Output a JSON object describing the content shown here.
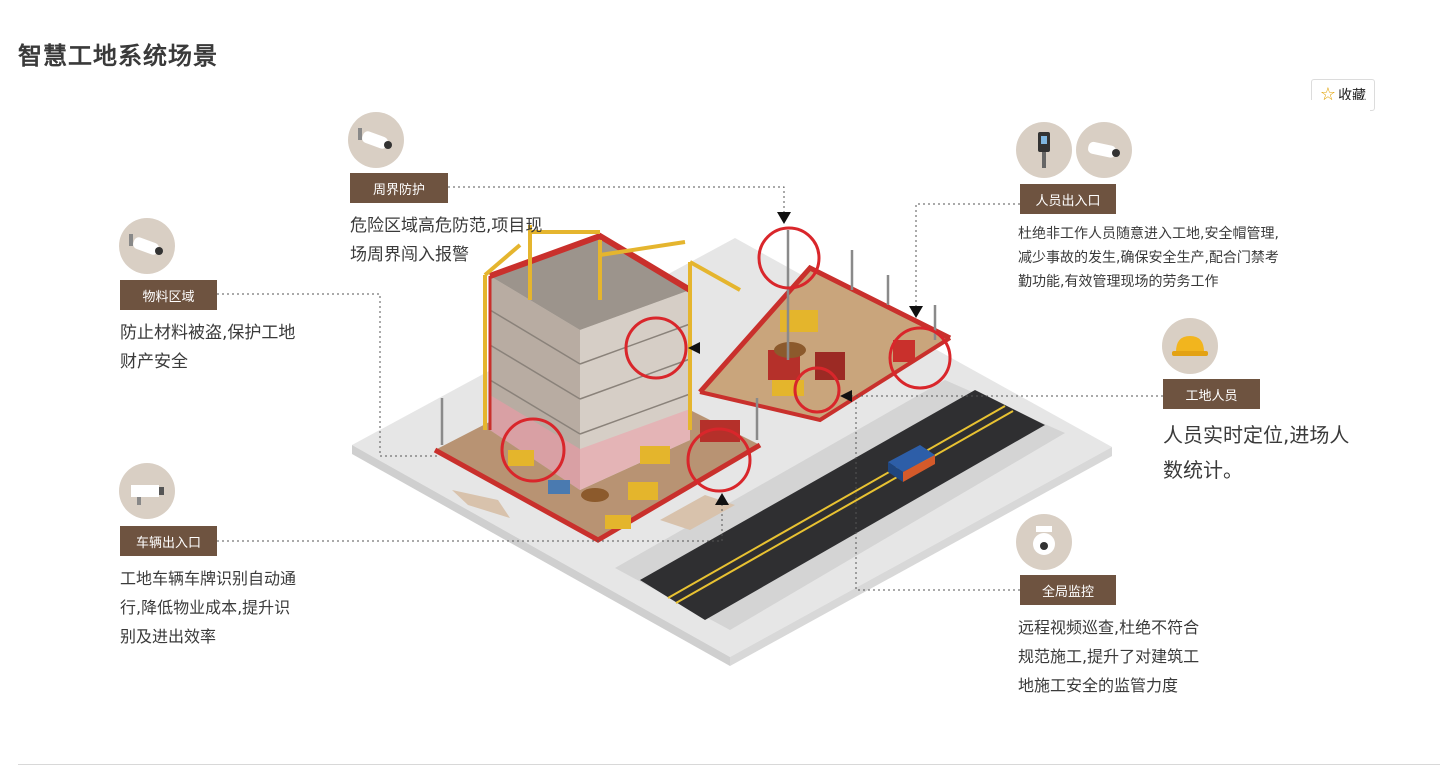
{
  "page": {
    "title": "智慧工地系统场景",
    "favorite_label": "收藏"
  },
  "scene": {
    "callouts": [
      {
        "id": "perimeter",
        "label": "周界防护",
        "desc_lines": [
          "危险区域高危防范,项目现",
          "场周界闯入报警"
        ],
        "icon": "bullet-camera-icon"
      },
      {
        "id": "material",
        "label": "物料区域",
        "desc_lines": [
          "防止材料被盗,保护工地",
          "财产安全"
        ],
        "icon": "bullet-camera-icon"
      },
      {
        "id": "vehicle",
        "label": "车辆出入口",
        "desc_lines": [
          "工地车辆车牌识别自动通",
          "行,降低物业成本,提升识",
          "别及进出效率"
        ],
        "icon": "box-camera-icon"
      },
      {
        "id": "entrance",
        "label": "人员出入口",
        "desc_lines": [
          "杜绝非工作人员随意进入工地,安全帽管理,",
          "减少事故的发生,确保安全生产,配合门禁考",
          "勤功能,有效管理现场的劳务工作"
        ],
        "icons": [
          "access-terminal-icon",
          "bullet-camera-icon"
        ]
      },
      {
        "id": "workers",
        "label": "工地人员",
        "desc_lines": [
          "人员实时定位,进场人",
          "数统计。"
        ],
        "icon": "hard-hat-icon"
      },
      {
        "id": "monitor",
        "label": "全局监控",
        "desc_lines": [
          "远程视频巡查,杜绝不符合",
          "规范施工,提升了对建筑工",
          "地施工安全的监管力度"
        ],
        "icon": "dome-camera-icon"
      }
    ]
  },
  "colors": {
    "label_bg": "#6e5340",
    "icon_bg": "#d9cfc4",
    "highlight_ring": "#d9262b",
    "fence_red": "#c9302c",
    "road": "#2f2f31"
  }
}
